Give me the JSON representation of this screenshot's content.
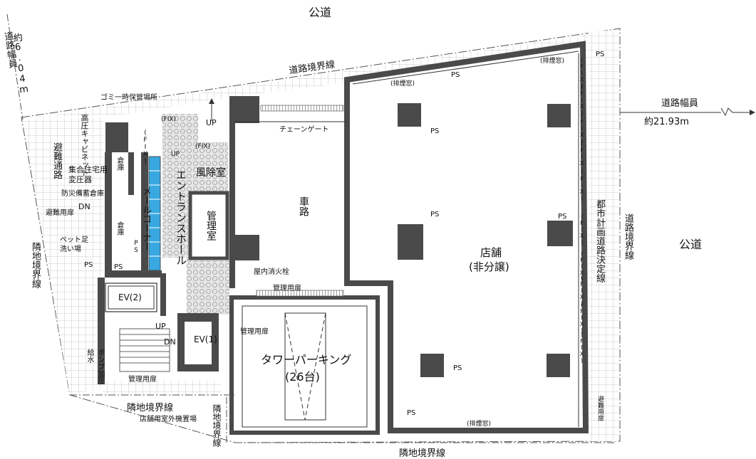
{
  "labels": {
    "public_road_top": "公道",
    "public_road_right": "公道",
    "road_width_left_1": "道路幅員",
    "road_width_left_2": "約6.04m",
    "road_width_right_1": "道路幅員",
    "road_width_right_2": "約21.93m",
    "road_boundary_top": "道路境界線",
    "road_boundary_right": "道路境界線",
    "planned_road_line": "都市計画道路決定線",
    "neighbor_boundary_left": "隣地境界線",
    "neighbor_boundary_bottom_left": "隣地境界線",
    "neighbor_boundary_bottom": "隣地境界線",
    "neighbor_boundary_mid": "隣地境界線",
    "garbage_storage": "ゴミ一時保管場所",
    "high_voltage_cabinet": "高圧キャビネット",
    "evacuation_passage": "避難通路",
    "storage1": "倉庫",
    "transformer": "集合住宅用変圧器",
    "fire_equipment_storage": "防災備蓄倉庫",
    "evacuation_door": "避難用扉",
    "dn1": "DN",
    "storage2": "倉庫",
    "pet_wash": "ペット足洗い場",
    "ps": "PS",
    "ev2": "EV(2)",
    "up1": "UP",
    "dn2": "DN",
    "ev1": "EV(1)",
    "pump": "ポンプ加圧給水",
    "mgmt_door": "管理用扉",
    "outdoor_units": "店舗用室外機置場",
    "mail_corner": "メールコーナー",
    "entrance_hall": "エントランスホール",
    "windbreak_room": "風除室",
    "mgmt_room": "管理室",
    "indoor_hydrant": "屋内消火栓",
    "driveway": "車路",
    "chain_gate": "チェーンゲート",
    "up_top": "UP",
    "up_small": "UP",
    "fix": "(FIX)",
    "smoke_window": "(排煙窓)",
    "tower_parking": "タワーパーキング",
    "tower_parking_count": "(26台)",
    "store": "店舗",
    "store_note": "(非分譲)",
    "evac_right": "避難用扉"
  }
}
